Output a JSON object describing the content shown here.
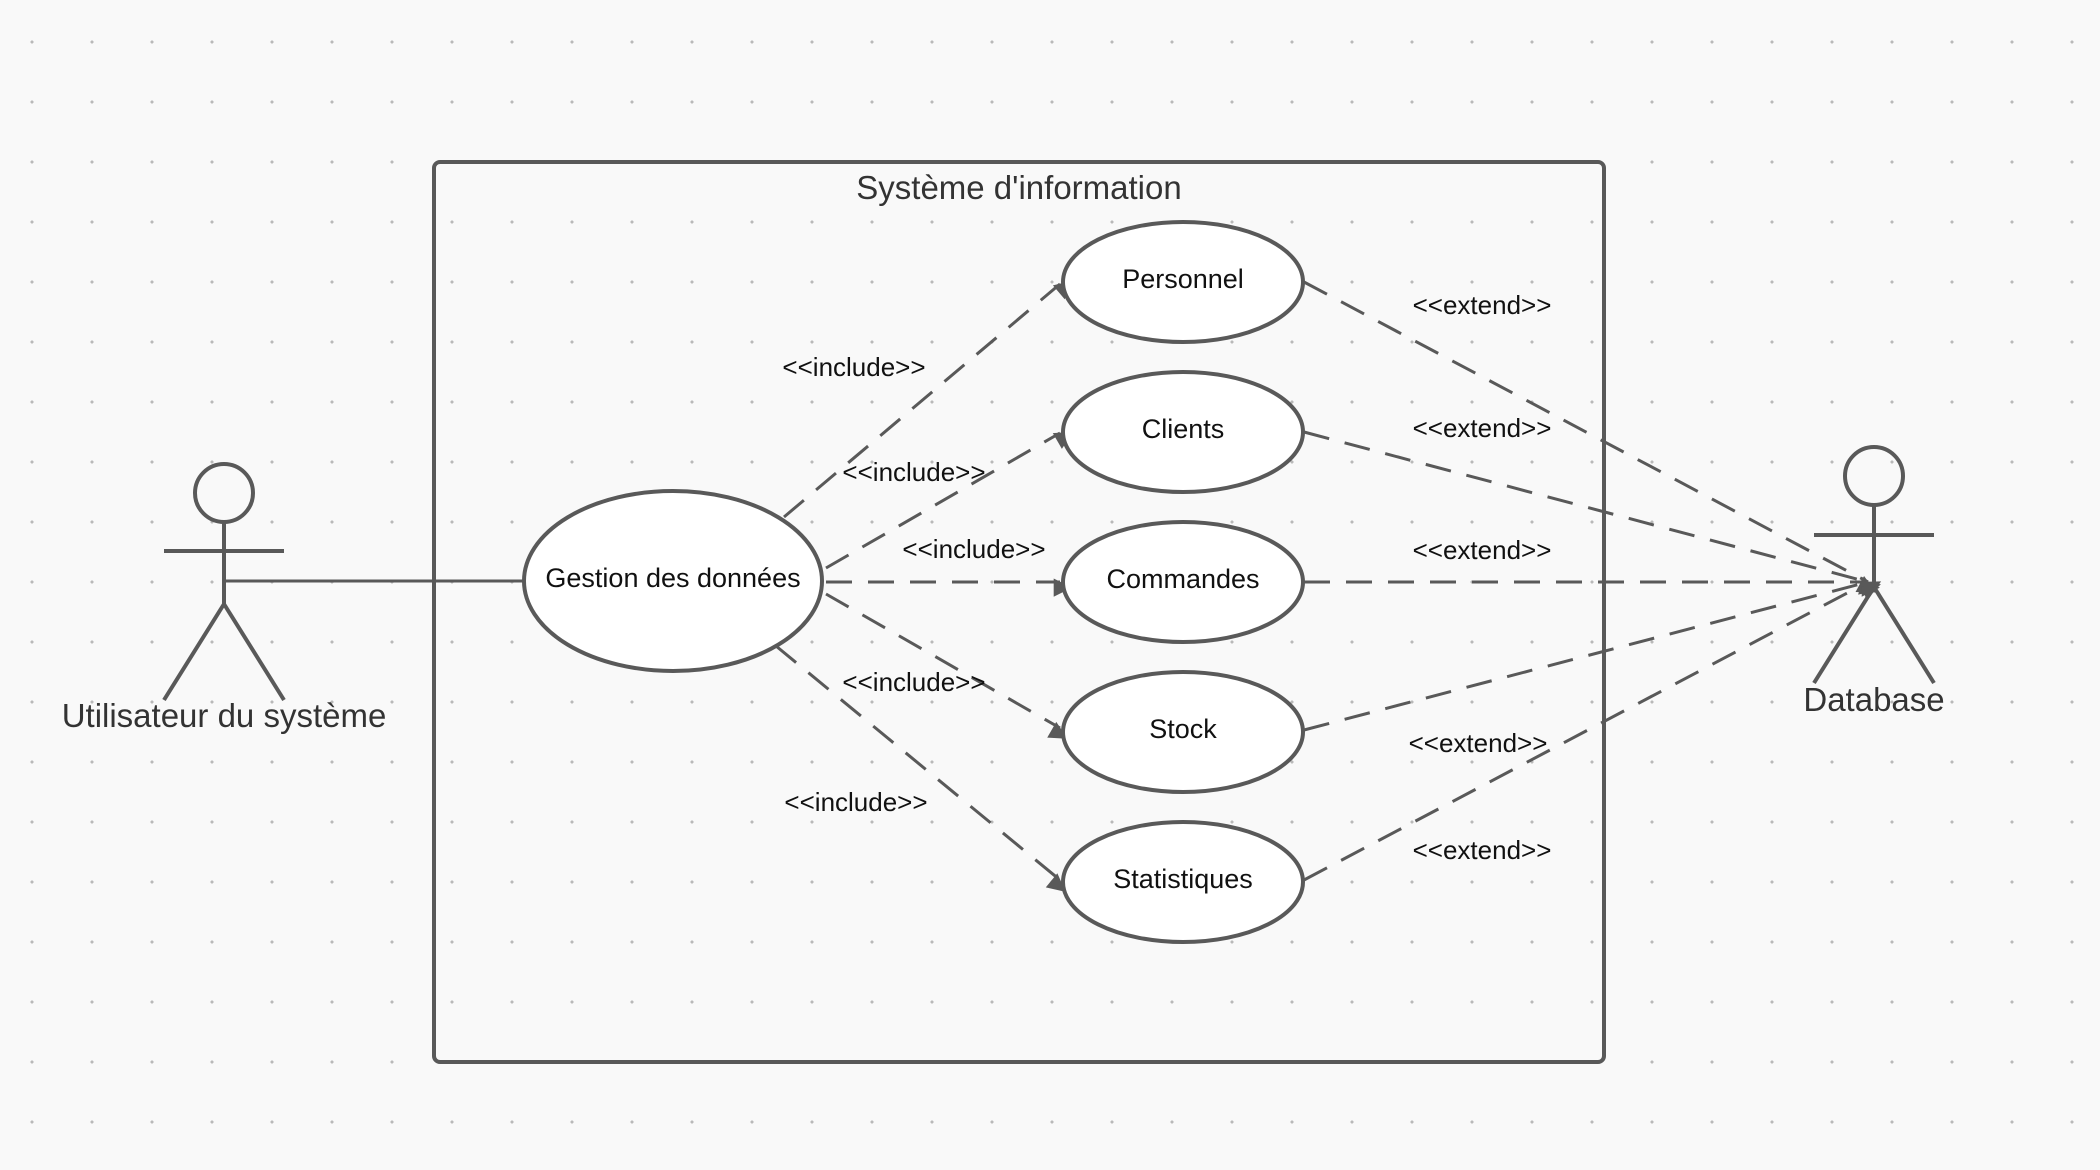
{
  "diagram": {
    "system": {
      "title": "Système d'information"
    },
    "actors": {
      "user": {
        "label": "Utilisateur du système"
      },
      "database": {
        "label": "Database"
      }
    },
    "use_cases": {
      "central": "Gestion des données",
      "personnel": "Personnel",
      "clients": "Clients",
      "commandes": "Commandes",
      "stock": "Stock",
      "statistiques": "Statistiques"
    },
    "relations": {
      "include": [
        {
          "from": "Gestion des données",
          "to": "Personnel",
          "label": "<<include>>"
        },
        {
          "from": "Gestion des données",
          "to": "Clients",
          "label": "<<include>>"
        },
        {
          "from": "Gestion des données",
          "to": "Commandes",
          "label": "<<include>>"
        },
        {
          "from": "Gestion des données",
          "to": "Stock",
          "label": "<<include>>"
        },
        {
          "from": "Gestion des données",
          "to": "Statistiques",
          "label": "<<include>>"
        }
      ],
      "extend": [
        {
          "from": "Personnel",
          "to": "Database",
          "label": "<<extend>>"
        },
        {
          "from": "Clients",
          "to": "Database",
          "label": "<<extend>>"
        },
        {
          "from": "Commandes",
          "to": "Database",
          "label": "<<extend>>"
        },
        {
          "from": "Stock",
          "to": "Database",
          "label": "<<extend>>"
        },
        {
          "from": "Statistiques",
          "to": "Database",
          "label": "<<extend>>"
        }
      ]
    }
  }
}
